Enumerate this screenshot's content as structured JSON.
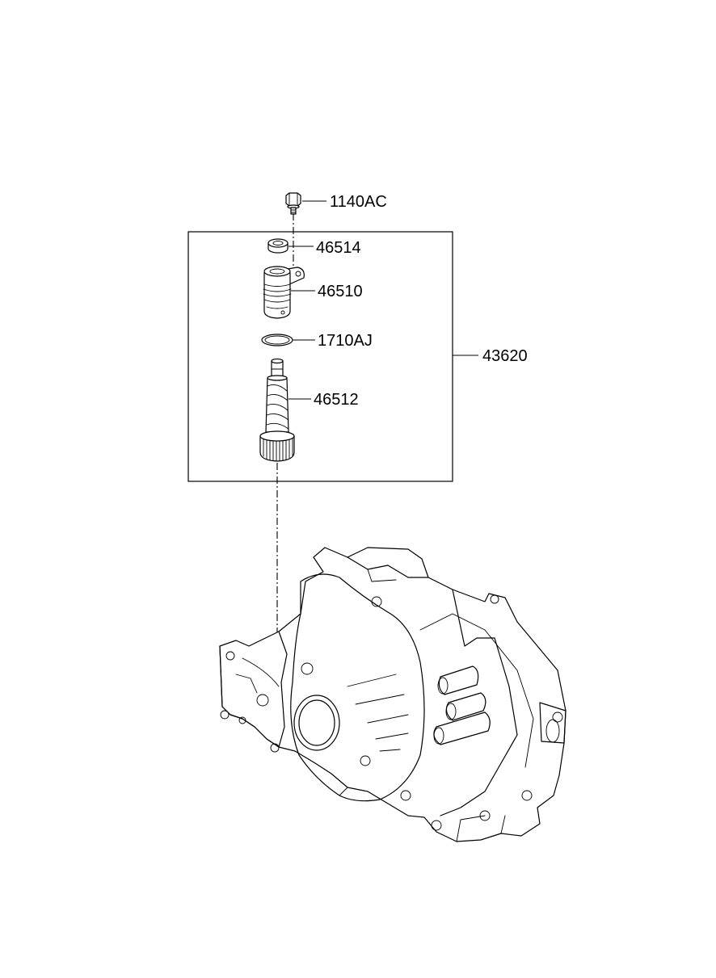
{
  "parts": {
    "bolt": {
      "number": "1140AC",
      "icon": "bolt-icon"
    },
    "seal_ring": {
      "number": "46514",
      "icon": "seal-ring-icon"
    },
    "sleeve": {
      "number": "46510",
      "icon": "speedometer-sleeve-icon"
    },
    "o_ring": {
      "number": "1710AJ",
      "icon": "o-ring-icon"
    },
    "driven_gear": {
      "number": "46512",
      "icon": "driven-gear-icon"
    },
    "assembly": {
      "number": "43620",
      "icon": "assembly-box"
    }
  },
  "transaxle": {
    "icon": "transaxle-housing-icon"
  },
  "colors": {
    "line": "#000000",
    "background": "#ffffff"
  }
}
